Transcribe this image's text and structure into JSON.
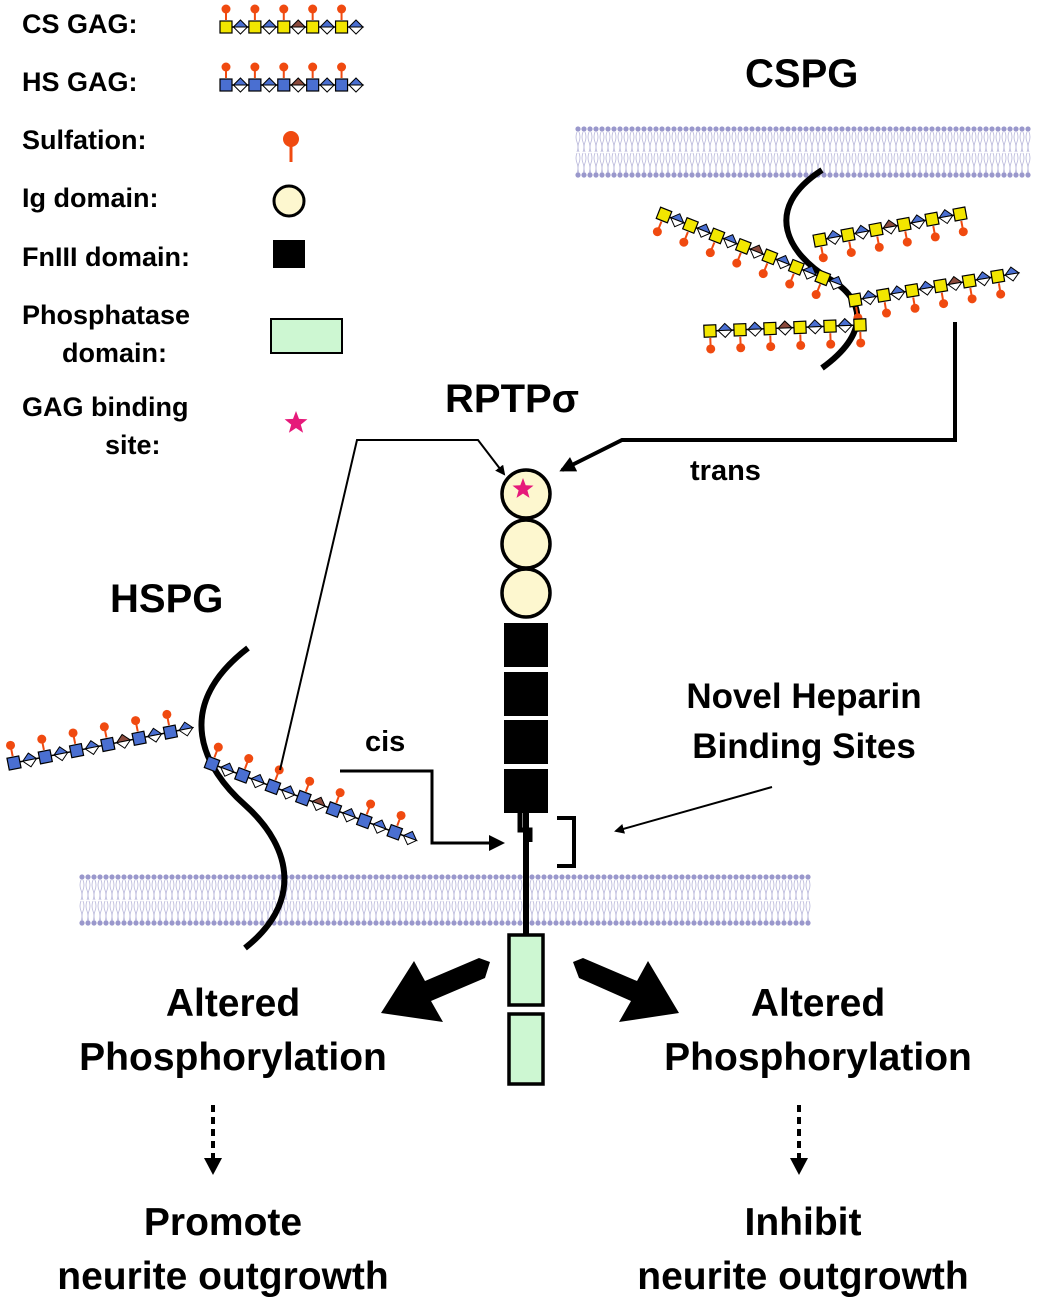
{
  "legend": {
    "cs_gag": "CS GAG:",
    "hs_gag": "HS GAG:",
    "sulfation": "Sulfation:",
    "ig_domain": "Ig domain:",
    "fniii_domain": "FnIII domain:",
    "phosphatase_line1": "Phosphatase",
    "phosphatase_line2": "domain:",
    "gag_site_line1": "GAG binding",
    "gag_site_line2": "site:"
  },
  "labels": {
    "cspg": "CSPG",
    "hspg": "HSPG",
    "rptp": "RPTPσ",
    "trans": "trans",
    "cis": "cis",
    "novel_line1": "Novel Heparin",
    "novel_line2": "Binding Sites"
  },
  "outcomes": {
    "left_line1": "Altered",
    "left_line2": "Phosphorylation",
    "left_result1": "Promote",
    "left_result2": "neurite outgrowth",
    "right_line1": "Altered",
    "right_line2": "Phosphorylation",
    "right_result1": "Inhibit",
    "right_result2": "neurite outgrowth"
  },
  "colors": {
    "cs_square": "#f2e600",
    "hs_square": "#4a6fd1",
    "diamond_blue": "#4a6fd1",
    "diamond_brown": "#8b4a3c",
    "sulfate": "#f04a10",
    "ig_fill": "#fdf7cf",
    "phosphatase_fill": "#cdf7d2",
    "star": "#e6197a",
    "membrane": "#9a98cc"
  }
}
